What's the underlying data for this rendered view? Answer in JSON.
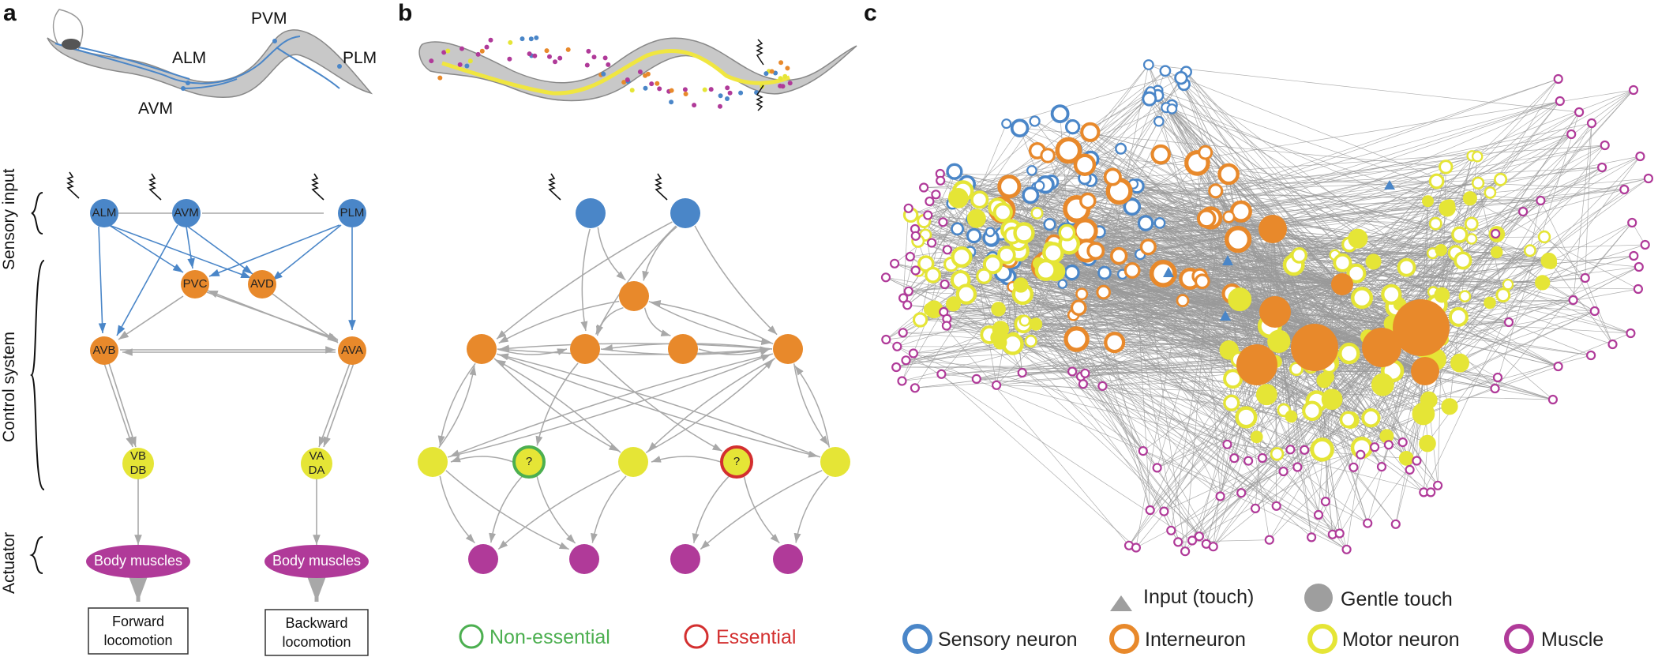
{
  "panels": {
    "a": "a",
    "b": "b",
    "c": "c"
  },
  "worm_a_labels": {
    "alm": "ALM",
    "pvm": "PVM",
    "plm": "PLM",
    "avm": "AVM"
  },
  "side_labels": {
    "sensory_input": "Sensory input",
    "control_system": "Control system",
    "actuator": "Actuator"
  },
  "circuit_a": {
    "sensory": [
      "ALM",
      "AVM",
      "PLM"
    ],
    "inter_top": [
      "PVC",
      "AVD"
    ],
    "inter_bottom": [
      "AVB",
      "AVA"
    ],
    "motor_left": [
      "VB",
      "DB"
    ],
    "motor_right": [
      "VA",
      "DA"
    ],
    "muscles": [
      "Body muscles",
      "Body muscles"
    ],
    "outputs": [
      {
        "line1": "Forward",
        "line2": "locomotion"
      },
      {
        "line1": "Backward",
        "line2": "locomotion"
      }
    ]
  },
  "circuit_b": {
    "unknown_mark": "?"
  },
  "legend_b": {
    "non_essential": "Non-essential",
    "essential": "Essential"
  },
  "legend_c": {
    "input_touch": "Input (touch)",
    "gentle_touch": "Gentle touch",
    "sensory_neuron": "Sensory neuron",
    "interneuron": "Interneuron",
    "motor_neuron": "Motor neuron",
    "muscle": "Muscle"
  },
  "colors": {
    "sensory": "#4a86c8",
    "interneuron": "#e8892b",
    "motor": "#e5e536",
    "muscle": "#b03a99",
    "edge": "#a8a8a8",
    "non_essential": "#4caf50",
    "essential": "#d32f2f",
    "gentle_touch": "#9e9e9e",
    "worm_body": "#c8c8c8"
  }
}
